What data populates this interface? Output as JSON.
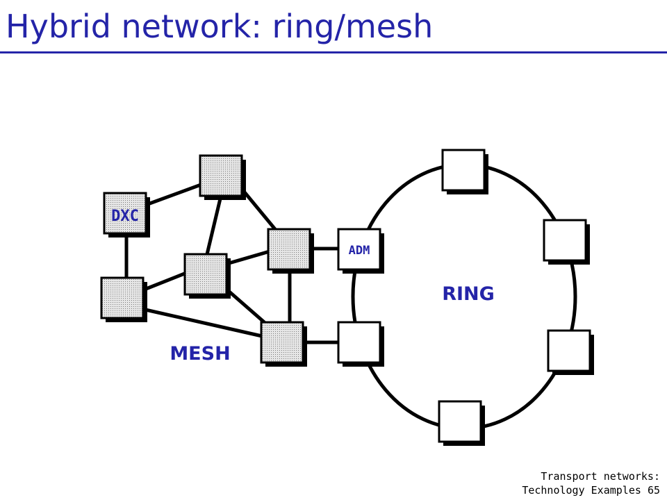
{
  "title": "Hybrid network: ring/mesh",
  "labels": {
    "dxc": "DXC",
    "adm": "ADM",
    "ring": "RING",
    "mesh": "MESH"
  },
  "footer": {
    "line1": "Transport networks:",
    "line2": "Technology Examples",
    "page": "65"
  },
  "colors": {
    "title": "#2424a8",
    "label": "#2424a8",
    "node_fill_mesh": "#d6d6d6",
    "node_fill_ring": "#ffffff",
    "stroke": "#000000"
  }
}
